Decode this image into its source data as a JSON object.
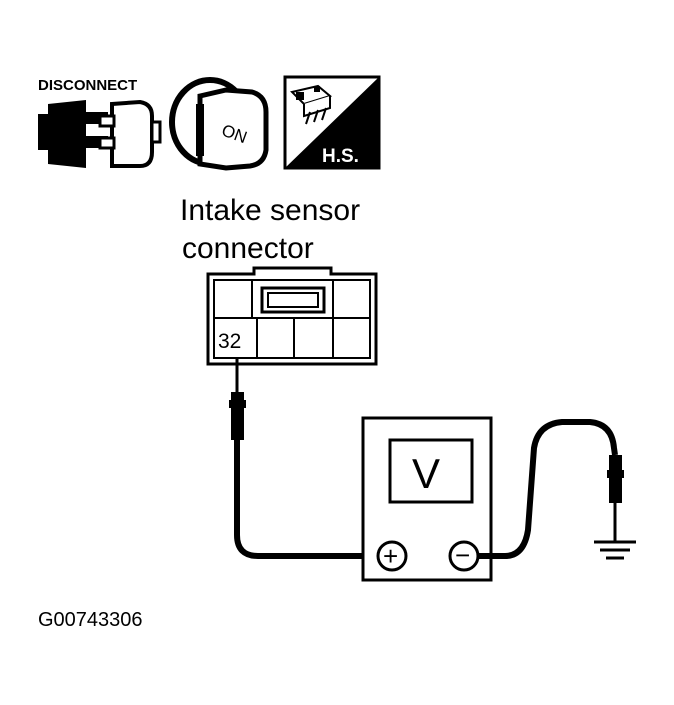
{
  "icons": {
    "disconnect_label": "DISCONNECT",
    "ignition_label": "ON",
    "hs_label": "H.S."
  },
  "connector": {
    "title_line1": "Intake sensor",
    "title_line2": "connector",
    "terminal": "32"
  },
  "meter": {
    "display": "V",
    "positive_symbol": "+",
    "negative_symbol": "−"
  },
  "figure_id": "G00743306"
}
